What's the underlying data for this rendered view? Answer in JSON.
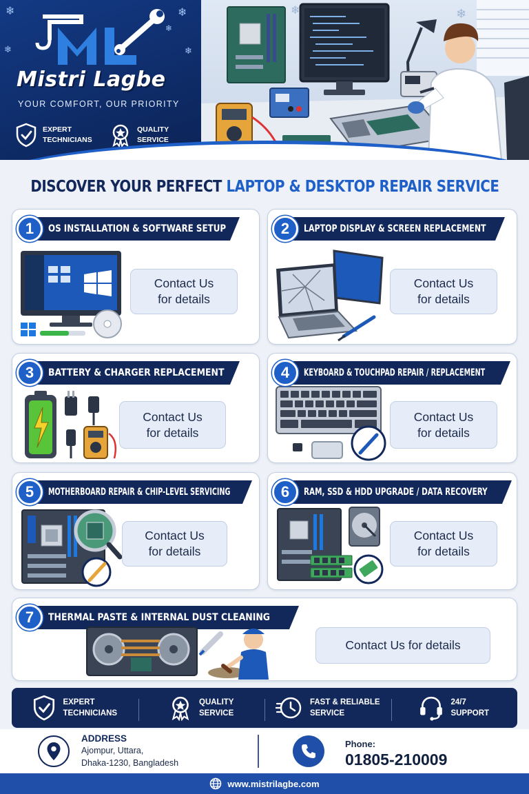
{
  "brand": {
    "name": "Mistri Lagbe",
    "tagline": "YOUR COMFORT, OUR PRIORITY",
    "badges": [
      {
        "line1": "EXPERT",
        "line2": "TECHNICIANS",
        "icon": "shield-check-icon"
      },
      {
        "line1": "QUALITY",
        "line2": "SERVICE",
        "icon": "award-ribbon-icon"
      }
    ]
  },
  "title": {
    "part1": "DISCOVER YOUR PERFECT ",
    "part2": "LAPTOP & DESKTOP REPAIR SERVICE"
  },
  "services": [
    {
      "num": "1",
      "name": "OS INSTALLATION & SOFTWARE SETUP",
      "cta_line1": "Contact Us",
      "cta_line2": "for details"
    },
    {
      "num": "2",
      "name": "LAPTOP DISPLAY & SCREEN REPLACEMENT",
      "cta_line1": "Contact Us",
      "cta_line2": "for details"
    },
    {
      "num": "3",
      "name": "BATTERY & CHARGER REPLACEMENT",
      "cta_line1": "Contact Us",
      "cta_line2": "for details"
    },
    {
      "num": "4",
      "name": "KEYBOARD & TOUCHPAD REPAIR / REPLACEMENT",
      "cta_line1": "Contact Us",
      "cta_line2": "for details"
    },
    {
      "num": "5",
      "name": "MOTHERBOARD REPAIR & CHIP-LEVEL SERVICING",
      "cta_line1": "Contact Us",
      "cta_line2": "for details"
    },
    {
      "num": "6",
      "name": "RAM, SSD & HDD UPGRADE / DATA RECOVERY",
      "cta_line1": "Contact Us",
      "cta_line2": "for details"
    },
    {
      "num": "7",
      "name": "THERMAL PASTE & INTERNAL DUST CLEANING",
      "cta": "Contact Us for details"
    }
  ],
  "features": [
    {
      "line1": "EXPERT",
      "line2": "TECHNICIANS",
      "icon": "shield-check-icon"
    },
    {
      "line1": "QUALITY",
      "line2": "SERVICE",
      "icon": "award-ribbon-icon"
    },
    {
      "line1": "FAST & RELIABLE",
      "line2": "SERVICE",
      "icon": "clock-fast-icon"
    },
    {
      "line1": "24/7",
      "line2": "SUPPORT",
      "icon": "headset-icon"
    }
  ],
  "contact": {
    "address_label": "ADDRESS",
    "address_line1": "Ajompur, Uttara,",
    "address_line2": "Dhaka-1230, Bangladesh",
    "phone_label": "Phone:",
    "phone": "01805-210009"
  },
  "footer": {
    "website": "www.mistrilagbe.com"
  },
  "colors": {
    "navy": "#12275a",
    "accent": "#1f5fc8",
    "cta_bg": "#e6edf8"
  }
}
